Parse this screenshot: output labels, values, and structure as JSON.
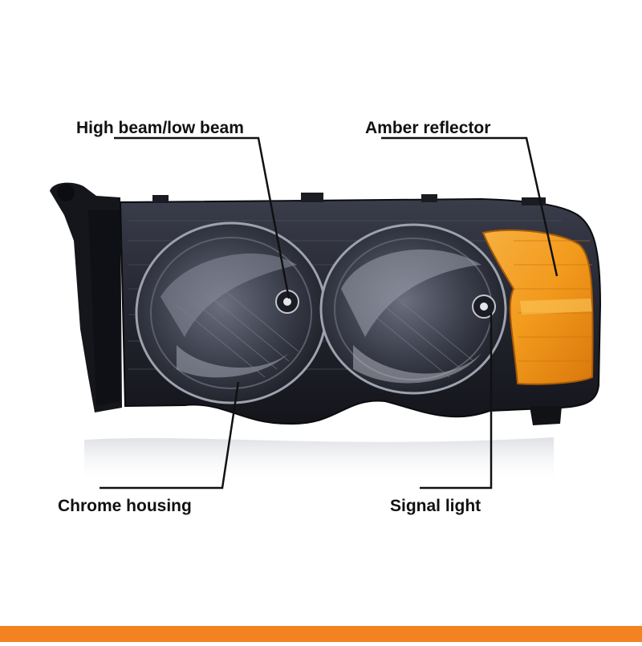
{
  "callouts": {
    "high_beam_low_beam": "High beam/low beam",
    "amber_reflector": "Amber reflector",
    "chrome_housing": "Chrome housing",
    "signal_light": "Signal light"
  },
  "colors": {
    "accent_bar": "#f58220",
    "amber": "#f29a1c",
    "lens_smoke": "#2a2c36",
    "leader_line": "#111111"
  }
}
